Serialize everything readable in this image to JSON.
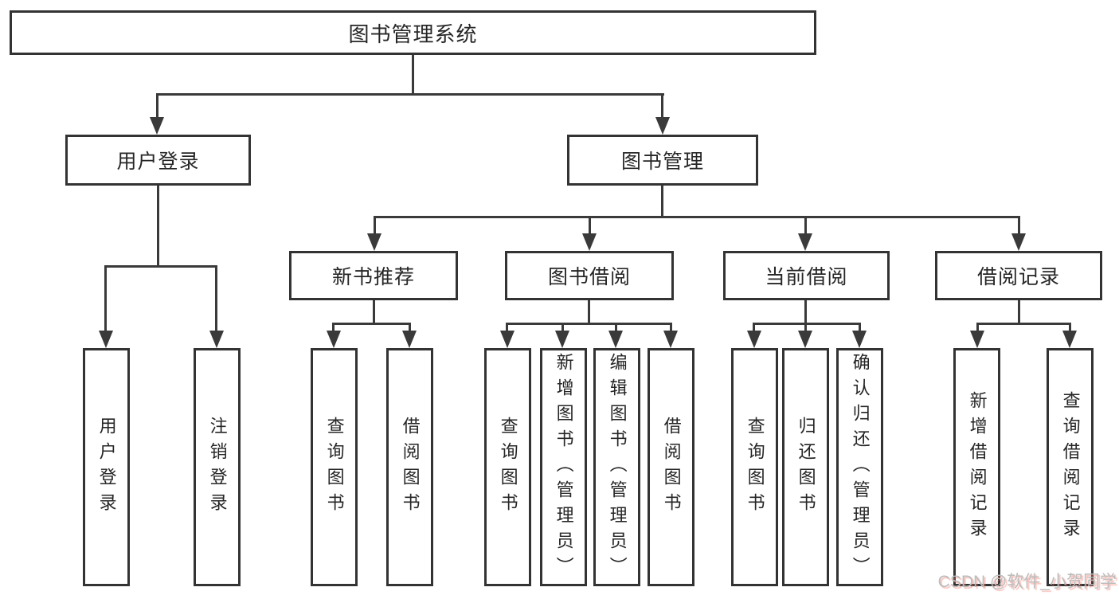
{
  "diagram": {
    "title": "图书管理系统",
    "branches": [
      {
        "label": "用户登录",
        "children": [
          {
            "label": "用户登录"
          },
          {
            "label": "注销登录"
          }
        ]
      },
      {
        "label": "图书管理",
        "children": [
          {
            "label": "新书推荐",
            "children": [
              {
                "label": "查询图书"
              },
              {
                "label": "借阅图书"
              }
            ]
          },
          {
            "label": "图书借阅",
            "children": [
              {
                "label": "查询图书"
              },
              {
                "label": "新增图书（管理员）"
              },
              {
                "label": "编辑图书（管理员）"
              },
              {
                "label": "借阅图书"
              }
            ]
          },
          {
            "label": "当前借阅",
            "children": [
              {
                "label": "查询图书"
              },
              {
                "label": "归还图书"
              },
              {
                "label": "确认归还（管理员）"
              }
            ]
          },
          {
            "label": "借阅记录",
            "children": [
              {
                "label": "新增借阅记录"
              },
              {
                "label": "查询借阅记录"
              }
            ]
          }
        ]
      }
    ]
  },
  "watermark": {
    "text": "CSDN @软件_小贺同学"
  },
  "colors": {
    "line": "#3a3a3a",
    "box_border": "#333333",
    "text": "#262626",
    "watermark": "#bcbcbc"
  }
}
